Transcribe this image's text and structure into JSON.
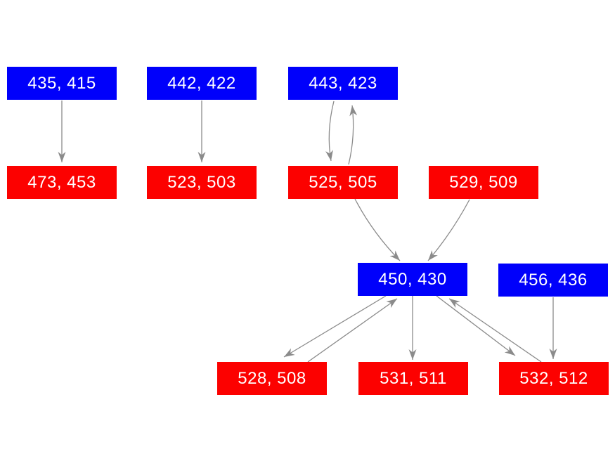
{
  "diagram": {
    "type": "directed-graph",
    "colors": {
      "bg": "#ffffff",
      "blue": "#0000fb",
      "red": "#fc0100",
      "edge": "#8b8b8b",
      "node_text": "#ffffff"
    },
    "nodes": [
      {
        "label": "435, 415",
        "color": "blue"
      },
      {
        "label": "442, 422",
        "color": "blue"
      },
      {
        "label": "443, 423",
        "color": "blue"
      },
      {
        "label": "473, 453",
        "color": "red"
      },
      {
        "label": "523, 503",
        "color": "red"
      },
      {
        "label": "525, 505",
        "color": "red"
      },
      {
        "label": "529, 509",
        "color": "red"
      },
      {
        "label": "450, 430",
        "color": "blue"
      },
      {
        "label": "456, 436",
        "color": "blue"
      },
      {
        "label": "528, 508",
        "color": "red"
      },
      {
        "label": "531, 511",
        "color": "red"
      },
      {
        "label": "532, 512",
        "color": "red"
      }
    ],
    "edges": [
      {
        "from": "435, 415",
        "to": "473, 453"
      },
      {
        "from": "442, 422",
        "to": "523, 503"
      },
      {
        "from": "443, 423",
        "to": "525, 505"
      },
      {
        "from": "525, 505",
        "to": "443, 423"
      },
      {
        "from": "525, 505",
        "to": "450, 430"
      },
      {
        "from": "529, 509",
        "to": "450, 430"
      },
      {
        "from": "450, 430",
        "to": "528, 508"
      },
      {
        "from": "528, 508",
        "to": "450, 430"
      },
      {
        "from": "450, 430",
        "to": "531, 511"
      },
      {
        "from": "450, 430",
        "to": "532, 512"
      },
      {
        "from": "532, 512",
        "to": "450, 430"
      },
      {
        "from": "456, 436",
        "to": "532, 512"
      }
    ]
  }
}
